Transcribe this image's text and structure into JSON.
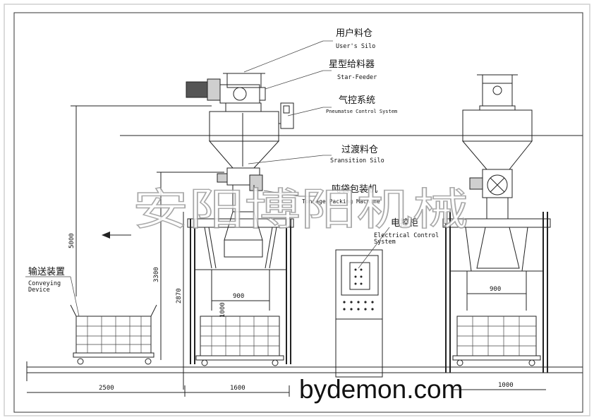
{
  "labels": {
    "user_silo_cn": "用户料仓",
    "user_silo_en": "User's Silo",
    "star_feeder_cn": "星型给料器",
    "star_feeder_en": "Star-Feeder",
    "pneumatic_cn": "气控系统",
    "pneumatic_en": "Pneumatse Control System",
    "transition_cn": "过渡料仓",
    "transition_en": "Sransition Silo",
    "packing_cn": "吨袋包装机",
    "packing_en": "Tonnage Packing Machine",
    "electrical_cn": "电控柜",
    "electrical_en_1": "Electrical Control",
    "electrical_en_2": "System",
    "conveying_cn": "输送装置",
    "conveying_en_1": "Conveying",
    "conveying_en_2": "Device"
  },
  "dimensions": {
    "height_total": "5000",
    "height_3300": "3300",
    "height_2870": "2870",
    "width_900_left": "900",
    "width_900_right": "900",
    "depth_1000": "1000",
    "width_2500": "2500",
    "width_1600": "1600",
    "width_right": "1000"
  },
  "watermark": "安阳博阳机械",
  "brand": "bydemon.com"
}
